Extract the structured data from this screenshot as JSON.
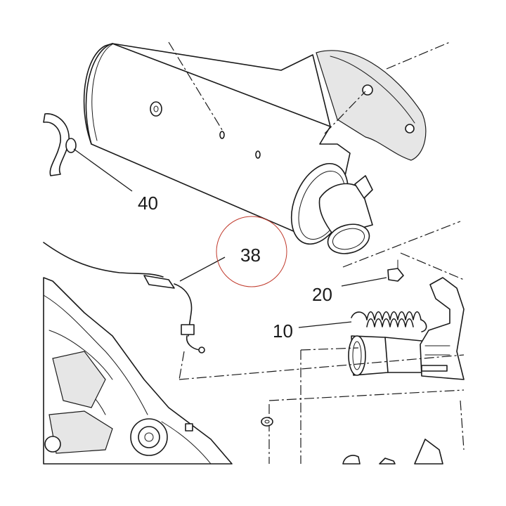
{
  "callouts": {
    "c40": "40",
    "c38": "38",
    "c20": "20",
    "c10": "10"
  },
  "highlight": {
    "part": "38",
    "color": "#c0392b"
  }
}
